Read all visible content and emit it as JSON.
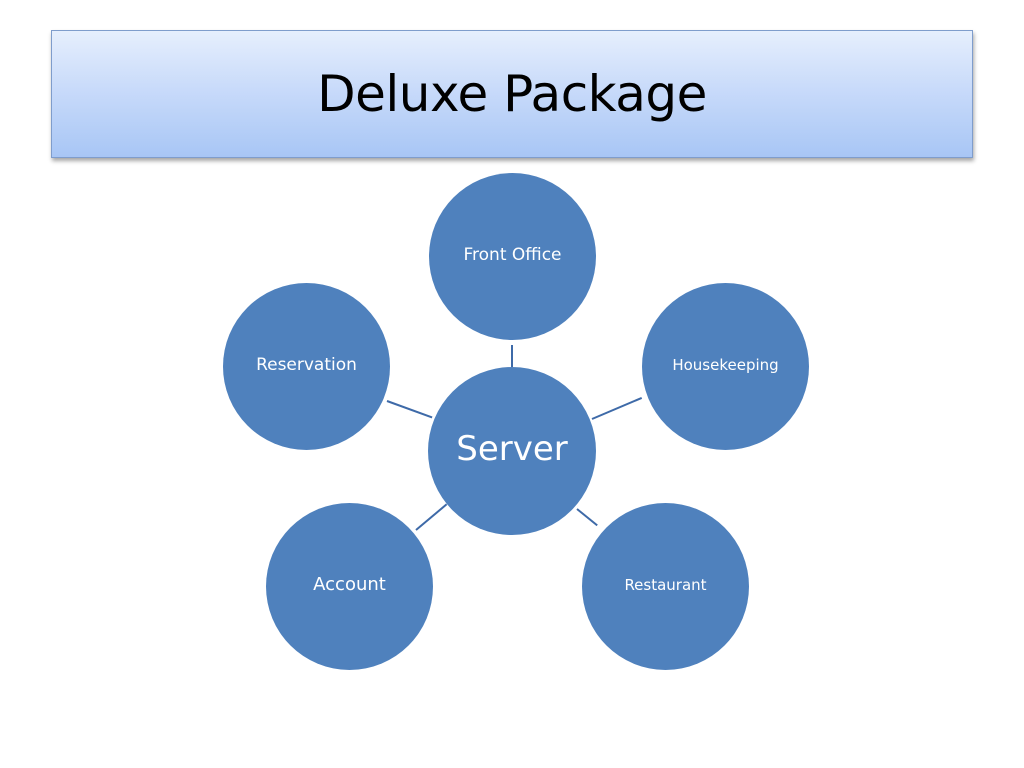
{
  "title": "Deluxe Package",
  "diagram": {
    "center": {
      "label": "Server"
    },
    "satellites": [
      {
        "id": "front-office",
        "label": "Front Office"
      },
      {
        "id": "housekeeping",
        "label": "Housekeeping"
      },
      {
        "id": "restaurant",
        "label": "Restaurant"
      },
      {
        "id": "account",
        "label": "Account"
      },
      {
        "id": "reservation",
        "label": "Reservation"
      }
    ]
  },
  "colors": {
    "node_fill": "#4f81bd",
    "connector": "#3e6aa8",
    "title_gradient_top": "#e6effd",
    "title_gradient_bottom": "#a8c6f5"
  }
}
